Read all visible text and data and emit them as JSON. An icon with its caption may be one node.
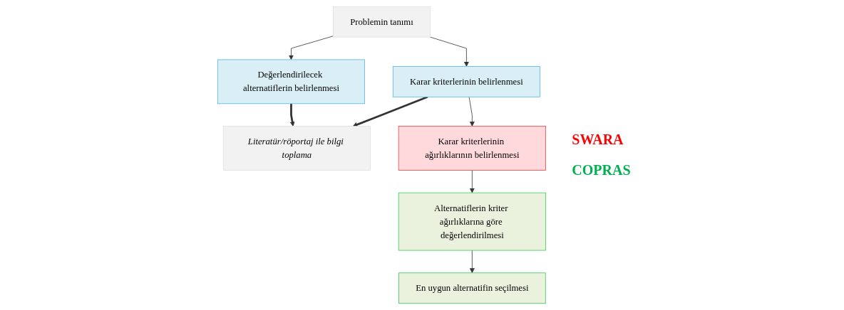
{
  "diagram": {
    "nodes": [
      {
        "text": [
          "Problemin tanımı"
        ]
      },
      {
        "text": [
          "Karar kriterlerinin belirlenmesi"
        ]
      },
      {
        "text": [
          "Literatür/röportaj ile bilgi toplama"
        ]
      },
      {
        "text": [
          "Değerlendirilecek alternatiflerin belirlenmesi"
        ]
      },
      {
        "text": [
          "Karar kriterlerinin ağırlıklarının belirlenmesi"
        ]
      },
      {
        "text": [
          "Alternatiflerin kriter ağırlıklarına göre değerlendirilmesi"
        ]
      },
      {
        "text": [
          "En uygun alternatifin seçilmesi"
        ]
      }
    ],
    "edges": [
      {
        "from": 0,
        "to": 1,
        "arrow": "to"
      },
      {
        "from": 0,
        "to": 3,
        "arrow": "to"
      },
      {
        "from": 1,
        "to": 2,
        "arrow": "to",
        "style": "thick"
      },
      {
        "from": 3,
        "to": 2,
        "arrow": "to",
        "style": "thick"
      },
      {
        "from": 1,
        "to": 4,
        "arrow": "to"
      },
      {
        "from": 4,
        "to": 5,
        "arrow": "to"
      },
      {
        "from": 5,
        "to": 6,
        "arrow": "to"
      }
    ],
    "labels": [
      "SWARA",
      "COPRAS"
    ]
  }
}
